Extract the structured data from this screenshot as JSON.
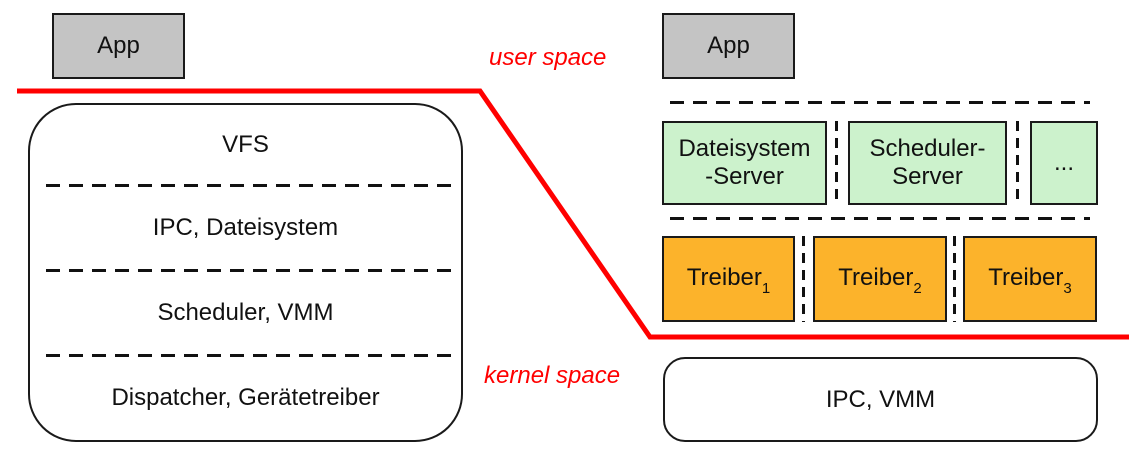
{
  "colors": {
    "boundary_red": "#ff0000",
    "app_gray": "#c4c4c4",
    "server_green": "#ccf2cc",
    "driver_orange": "#fcb32b"
  },
  "labels": {
    "user_space": "user space",
    "kernel_space": "kernel space"
  },
  "monolithic": {
    "app": "App",
    "layers": [
      "VFS",
      "IPC, Dateisystem",
      "Scheduler, VMM",
      "Dispatcher, Gerätetreiber"
    ]
  },
  "microkernel": {
    "app": "App",
    "servers": [
      "Dateisystem\n-Server",
      "Scheduler-\nServer",
      "..."
    ],
    "drivers": [
      {
        "base": "Treiber",
        "sub": "1"
      },
      {
        "base": "Treiber",
        "sub": "2"
      },
      {
        "base": "Treiber",
        "sub": "3"
      }
    ],
    "kernel": "IPC, VMM"
  }
}
